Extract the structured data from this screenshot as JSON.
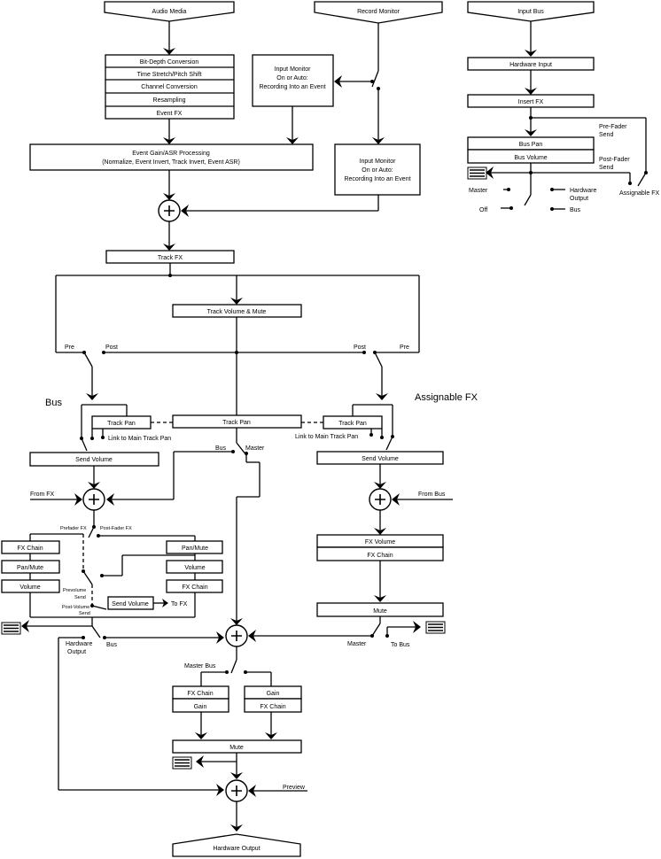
{
  "labels": {
    "audio_media": "Audio Media",
    "record_monitor": "Record Monitor",
    "input_bus": "Input Bus",
    "bit_depth": "Bit-Depth Conversion",
    "time_stretch": "Time Stretch/Pitch Shift",
    "channel_conversion": "Channel Conversion",
    "resampling": "Resampling",
    "event_fx": "Event FX",
    "input_monitor": [
      "Input Monitor",
      "On or Auto:",
      "Recording Into an Event"
    ],
    "event_gain": [
      "Event Gain/ASR Processing",
      "(Normalize, Event Invert, Track Invert, Event ASR)"
    ],
    "hardware_input": "Hardware Input",
    "insert_fx": "Insert FX",
    "pre_fader_send": [
      "Pre-Fader",
      "Send"
    ],
    "bus_pan": "Bus Pan",
    "bus_volume": "Bus Volume",
    "post_fader_send": [
      "Post-Fader",
      "Send"
    ],
    "assignable_fx_small": "Assignable FX",
    "master": "Master",
    "off": "Off",
    "hardware_output_lines": [
      "Hardware",
      "Output"
    ],
    "bus": "Bus",
    "track_fx": "Track FX",
    "track_volume_mute": "Track Volume & Mute",
    "pre": "Pre",
    "post": "Post",
    "bus_section": "Bus",
    "assignable_fx": "Assignable FX",
    "track_pan": "Track Pan",
    "link_to_main_track_pan": "Link to Main Track Pan",
    "send_volume": "Send Volume",
    "from_fx": "From FX",
    "from_bus": "From Bus",
    "prefader_fx": "Prefader FX",
    "postfader_fx": "Post-Fader FX",
    "fx_chain": "FX Chain",
    "pan_mute": "Pan/Mute",
    "volume": "Volume",
    "prevolume_send": [
      "Prevolume",
      "Send"
    ],
    "postvolume_send": [
      "Post-Volume",
      "Send"
    ],
    "to_fx": "To FX",
    "fx_volume": "FX Volume",
    "mute": "Mute",
    "to_bus": "To Bus",
    "master_bus": "Master Bus",
    "gain": "Gain",
    "preview": "Preview",
    "hardware_output": "Hardware Output"
  }
}
